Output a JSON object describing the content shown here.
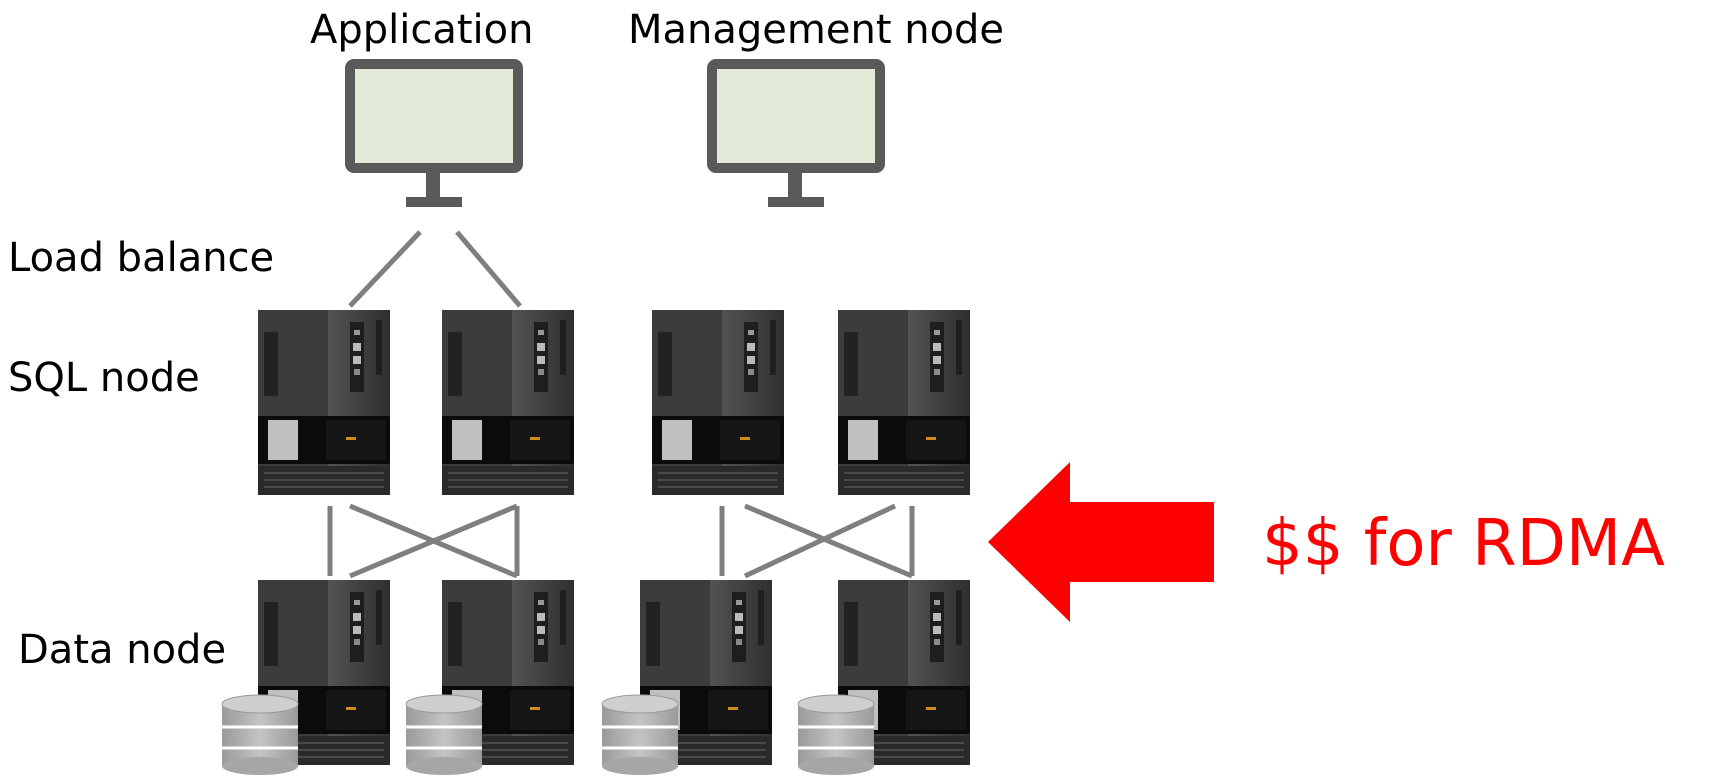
{
  "labels": {
    "application": "Application",
    "management_node": "Management node",
    "load_balance": "Load balance",
    "sql_node": "SQL node",
    "data_node": "Data node",
    "rdma_note": "$$ for RDMA"
  },
  "colors": {
    "text": "#000000",
    "accent_red": "#ff0000",
    "monitor_frame": "#5a5a5a",
    "monitor_screen": "#e3ead8",
    "connector": "#7f7f7f",
    "disk": "#a6a6a6",
    "server_body": "#3a3a3a"
  },
  "icons": {
    "monitor": "monitor-icon",
    "server": "server-tower-icon",
    "disk": "disk-stack-icon",
    "arrow": "left-arrow-icon"
  }
}
